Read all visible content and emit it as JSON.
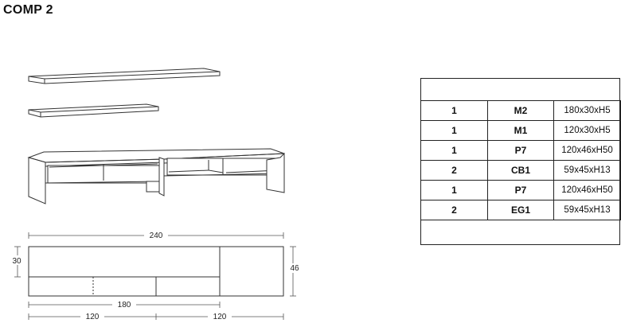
{
  "title": "COMP 2",
  "components": [
    {
      "qty": "1",
      "code": "M2",
      "size": "180x30xH5"
    },
    {
      "qty": "1",
      "code": "M1",
      "size": "120x30xH5"
    },
    {
      "qty": "1",
      "code": "P7",
      "size": "120x46xH50"
    },
    {
      "qty": "2",
      "code": "CB1",
      "size": "59x45xH13"
    },
    {
      "qty": "1",
      "code": "P7",
      "size": "120x46xH50"
    },
    {
      "qty": "2",
      "code": "EG1",
      "size": "59x45xH13"
    }
  ],
  "dimensions": {
    "total_width": "240",
    "depth": "30",
    "unit_depth": "46",
    "shelf_length": "180",
    "left_module": "120",
    "right_module": "120"
  }
}
